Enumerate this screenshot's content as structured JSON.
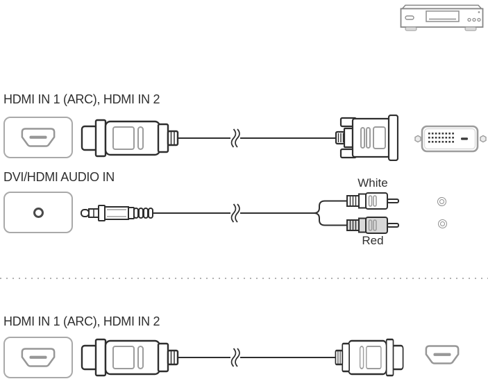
{
  "colors": {
    "outline": "#2e2e2e",
    "muted_outline": "#9c9c9c",
    "port_box_border": "#a9a9a9",
    "text": "#2f2f2f",
    "red_plug_fill": "#d9d9d9",
    "separator_dot": "#b0b0b0"
  },
  "sections": {
    "hdmi_dvi": {
      "port_label": "HDMI IN 1 (ARC), HDMI IN 2"
    },
    "audio": {
      "port_label": "DVI/HDMI AUDIO IN",
      "white_label": "White",
      "red_label": "Red"
    },
    "hdmi_hdmi": {
      "port_label": "HDMI IN 1 (ARC), HDMI IN 2"
    }
  },
  "icons": {
    "device": "dvd-player-icon",
    "hdmi_port": "hdmi-port-icon",
    "hdmi_connector": "hdmi-connector-icon",
    "dvi_connector": "dvi-connector-icon",
    "dvi_port": "dvi-port-icon",
    "audio_port": "audio-in-port-icon",
    "audio_plug": "stereo-miniplug-icon",
    "rca_plug_white": "rca-plug-white-icon",
    "rca_plug_red": "rca-plug-red-icon",
    "rca_jack": "rca-jack-icon",
    "cable_break": "cable-break-icon",
    "hdmi_shape": "hdmi-plug-shape-icon"
  }
}
